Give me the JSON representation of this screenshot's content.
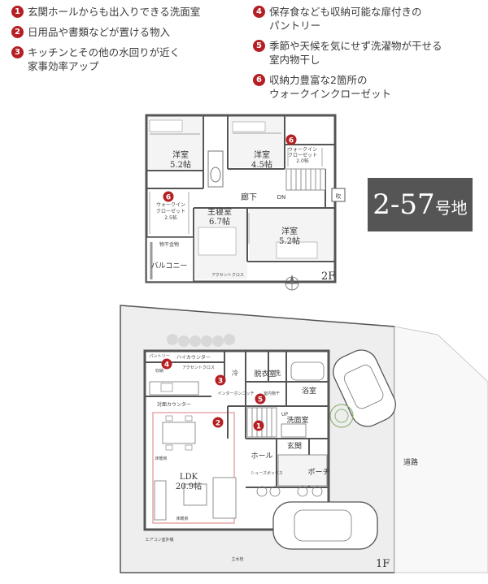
{
  "features_left": [
    {
      "num": "1",
      "lines": [
        "玄関ホールからも出入りできる洗面室"
      ]
    },
    {
      "num": "2",
      "lines": [
        "日用品や書類などが置ける物入"
      ]
    },
    {
      "num": "3",
      "lines": [
        "キッチンとその他の水回りが近く",
        "家事効率アップ"
      ]
    }
  ],
  "features_right": [
    {
      "num": "4",
      "lines": [
        "保存食なども収納可能な扉付きの",
        "パントリー"
      ]
    },
    {
      "num": "5",
      "lines": [
        "季節や天候を気にせず洗濯物が干せる",
        "室内物干し"
      ]
    },
    {
      "num": "6",
      "lines": [
        "収納力豊富な2箇所の",
        "ウォークインクローゼット"
      ]
    }
  ],
  "lot": {
    "number": "2-57",
    "suffix": "号地"
  },
  "floor2": {
    "label": "2F",
    "rooms": {
      "western_a": {
        "name": "洋室",
        "size": "5.2帖"
      },
      "western_b": {
        "name": "洋室",
        "size": "4.5帖"
      },
      "master": {
        "name": "主寝室",
        "size": "6.7帖"
      },
      "western_c": {
        "name": "洋室",
        "size": "5.2帖"
      },
      "hallway": "廊下",
      "wic_left": {
        "name": "ウォークイン",
        "name2": "クローゼット",
        "size": "2.5帖"
      },
      "wic_right": {
        "name": "ウォークイン",
        "name2": "クローゼット",
        "size": "2.0帖"
      },
      "balcony": "バルコニー",
      "laundry_hardware": "物干金物",
      "dn": "DN",
      "accent_cross": "アクセントクロス",
      "niche": "吹"
    },
    "markers": [
      "6",
      "6"
    ]
  },
  "floor1": {
    "label": "1F",
    "rooms": {
      "ldk": {
        "name": "LDK",
        "size": "20.9帖"
      },
      "washroom": "洗面室",
      "dressing": "脱衣室",
      "bath": "浴室",
      "hall": "ホール",
      "entrance": "玄関",
      "porch": "ポーチ",
      "road": "道路",
      "pantry": "パントリー",
      "high_counter": "ハイカウンター",
      "counter_kitchen": "対面カウンター",
      "fridge": "冷",
      "washer": "洗",
      "interphone": "インターホンニッチ",
      "indoor_drying": "室内物干",
      "floor_heating_a": "床暖房",
      "floor_heating_b": "床暖房",
      "shoes_box": "シューズボックス",
      "storage": "収納",
      "up": "UP",
      "accent_cross": "アクセントクロス",
      "aircon_outdoor": "エアコン室外機",
      "water_meter": "立水栓"
    },
    "markers": [
      "1",
      "2",
      "3",
      "4",
      "5"
    ]
  },
  "colors": {
    "marker": "#b51f24",
    "badge": "#555555",
    "wall": "#555555",
    "ground": "#eeeeee",
    "floor_heat": "#e8a8a8",
    "tree": "#8fb57a"
  }
}
